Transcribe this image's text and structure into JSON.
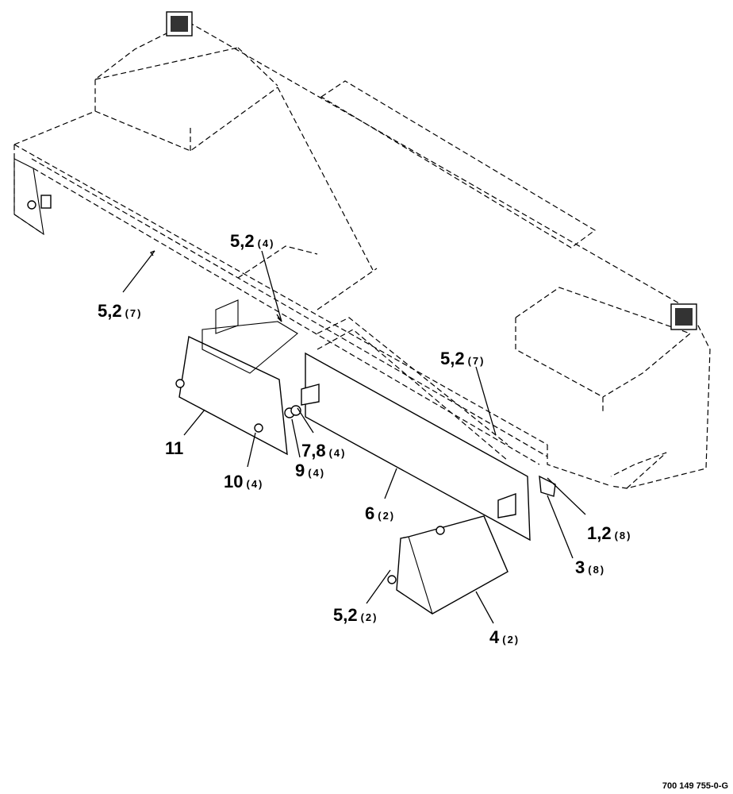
{
  "callouts": [
    {
      "id": "c1",
      "num": "5,2",
      "qty": "(4)"
    },
    {
      "id": "c2",
      "num": "5,2",
      "qty": "(7)"
    },
    {
      "id": "c3",
      "num": "5,2",
      "qty": "(7)"
    },
    {
      "id": "c4",
      "num": "11",
      "qty": ""
    },
    {
      "id": "c5",
      "num": "10",
      "qty": "(4)"
    },
    {
      "id": "c6",
      "num": "7,8",
      "qty": "(4)"
    },
    {
      "id": "c7",
      "num": "9",
      "qty": "(4)"
    },
    {
      "id": "c8",
      "num": "6",
      "qty": "(2)"
    },
    {
      "id": "c9",
      "num": "1,2",
      "qty": "(8)"
    },
    {
      "id": "c10",
      "num": "3",
      "qty": "(8)"
    },
    {
      "id": "c11",
      "num": "5,2",
      "qty": "(2)"
    },
    {
      "id": "c12",
      "num": "4",
      "qty": "(2)"
    }
  ],
  "reference_number": "700 149 755-0-G"
}
